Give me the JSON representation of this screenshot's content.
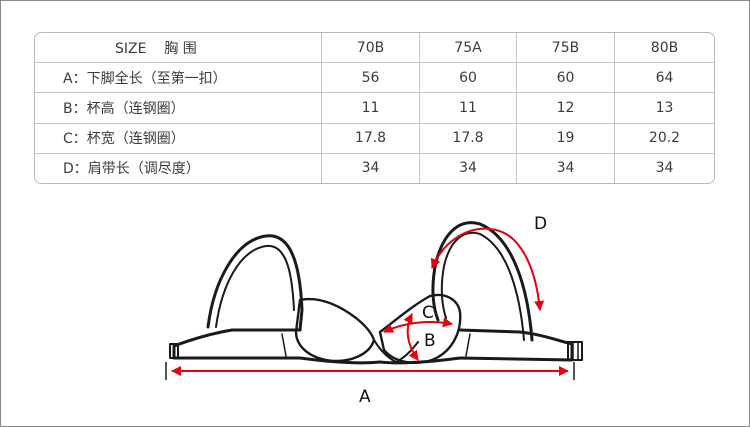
{
  "table": {
    "header": {
      "label": "SIZE    胸 围",
      "sizes": [
        "70B",
        "75A",
        "75B",
        "80B"
      ]
    },
    "rows": [
      {
        "label": "A：下脚全长（至第一扣）",
        "values": [
          "56",
          "60",
          "60",
          "64"
        ]
      },
      {
        "label": "B：杯高（连钢圈）",
        "values": [
          "11",
          "11",
          "12",
          "13"
        ]
      },
      {
        "label": "C：杯宽（连钢圈）",
        "values": [
          "17.8",
          "17.8",
          "19",
          "20.2"
        ]
      },
      {
        "label": "D：肩带长（调尽度）",
        "values": [
          "34",
          "34",
          "34",
          "34"
        ]
      }
    ]
  },
  "diagram": {
    "labels": {
      "a": "A",
      "b": "B",
      "c": "C",
      "d": "D"
    },
    "colors": {
      "outline": "#1a1a1a",
      "measure": "#e60012"
    }
  }
}
